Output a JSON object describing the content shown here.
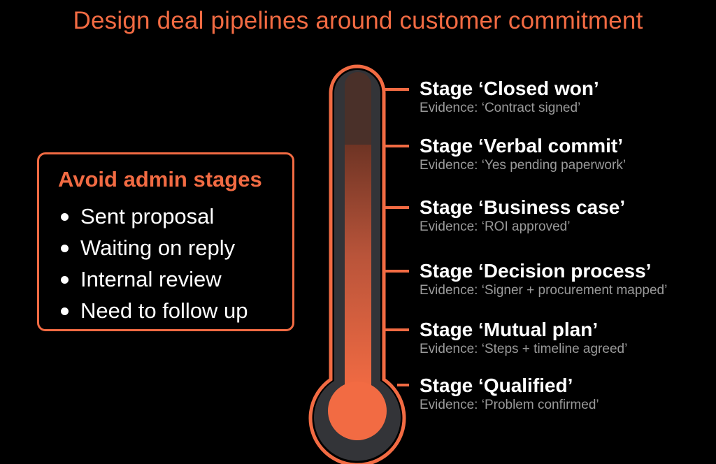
{
  "title": "Design deal pipelines around customer commitment",
  "avoid": {
    "heading": "Avoid admin stages",
    "items": [
      "Sent proposal",
      "Waiting on reply",
      "Internal review",
      "Need to follow up"
    ]
  },
  "stages": [
    {
      "name": "Stage ‘Closed won’",
      "evidence": "Evidence: ‘Contract signed’"
    },
    {
      "name": "Stage ‘Verbal commit’",
      "evidence": "Evidence: ‘Yes pending paperwork’"
    },
    {
      "name": "Stage ‘Business case’",
      "evidence": "Evidence: ‘ROI approved’"
    },
    {
      "name": "Stage ‘Decision process’",
      "evidence": "Evidence: ‘Signer + procurement mapped’"
    },
    {
      "name": "Stage ‘Mutual plan’",
      "evidence": "Evidence: ‘Steps + timeline agreed’"
    },
    {
      "name": "Stage ‘Qualified’",
      "evidence": "Evidence: ‘Problem confirmed’"
    }
  ],
  "colors": {
    "accent": "#f26b43",
    "background": "#000000",
    "tube": "#333438",
    "evidence_text": "#9a9a9a"
  }
}
